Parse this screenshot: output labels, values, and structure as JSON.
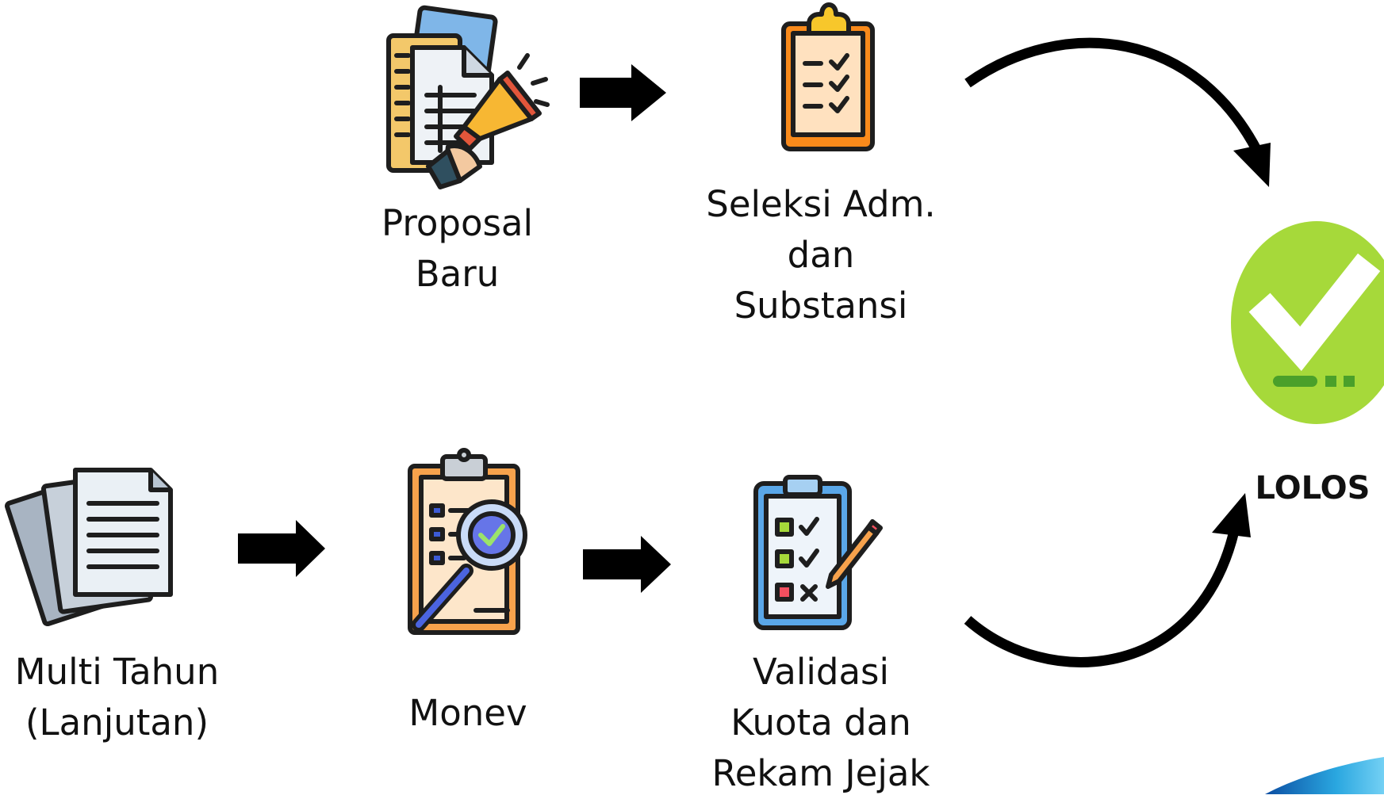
{
  "diagram": {
    "nodes": {
      "proposal_baru": {
        "icon": "megaphone-document-icon",
        "lines": [
          "Proposal",
          "Baru"
        ]
      },
      "seleksi": {
        "icon": "clipboard-checklist-icon",
        "lines": [
          "Seleksi Adm.",
          "dan",
          "Substansi"
        ]
      },
      "multi_tahun": {
        "icon": "documents-stack-icon",
        "lines": [
          "Multi Tahun",
          "(Lanjutan)"
        ]
      },
      "monev": {
        "icon": "clipboard-magnifier-icon",
        "lines": [
          "Monev"
        ]
      },
      "validasi": {
        "icon": "clipboard-checkbox-pencil-icon",
        "lines": [
          "Validasi",
          "Kuota dan",
          "Rekam Jejak"
        ]
      },
      "lolos": {
        "icon": "check-badge-icon",
        "lines": [
          "LOLOS"
        ]
      }
    },
    "colors": {
      "arrow": "#000000",
      "badge_green": "#a6d93a",
      "clipboard_orange": "#f98a1b",
      "clipboard_blue": "#9fd0f2",
      "accent_blue": "#1e73be"
    }
  }
}
